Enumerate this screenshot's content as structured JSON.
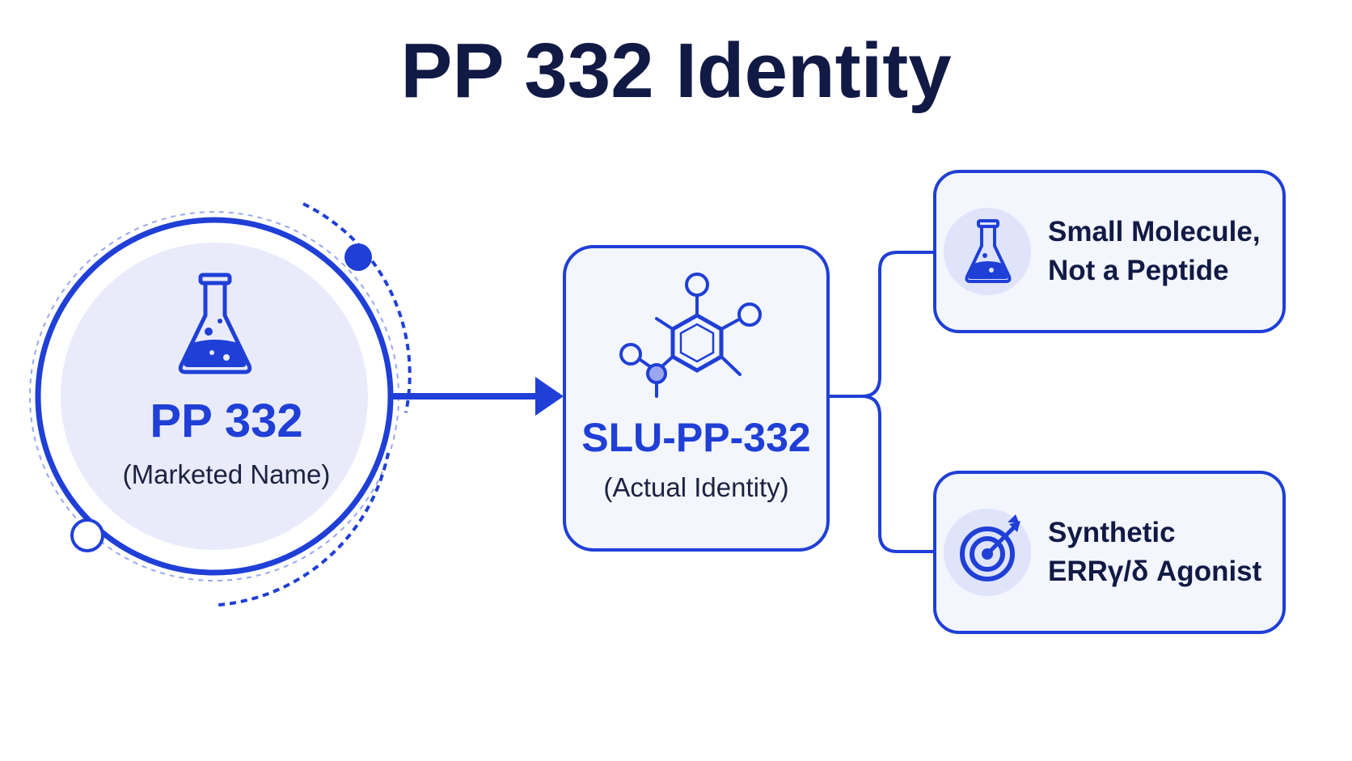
{
  "title": "PP 332 Identity",
  "marketed": {
    "name": "PP 332",
    "caption": "(Marketed Name)",
    "icon": "flask-icon"
  },
  "actual": {
    "name": "SLU-PP-332",
    "caption": "(Actual Identity)",
    "icon": "molecule-icon"
  },
  "properties": [
    {
      "line1": "Small Molecule,",
      "line2": "Not a Peptide",
      "icon": "flask-icon"
    },
    {
      "line1": "Synthetic",
      "line2": "ERRγ/δ Agonist",
      "icon": "target-icon"
    }
  ],
  "colors": {
    "accent": "#1f3fd6",
    "title": "#111a45",
    "circle_fill": "#e9ebfb",
    "card_fill": "#f3f6fd"
  }
}
